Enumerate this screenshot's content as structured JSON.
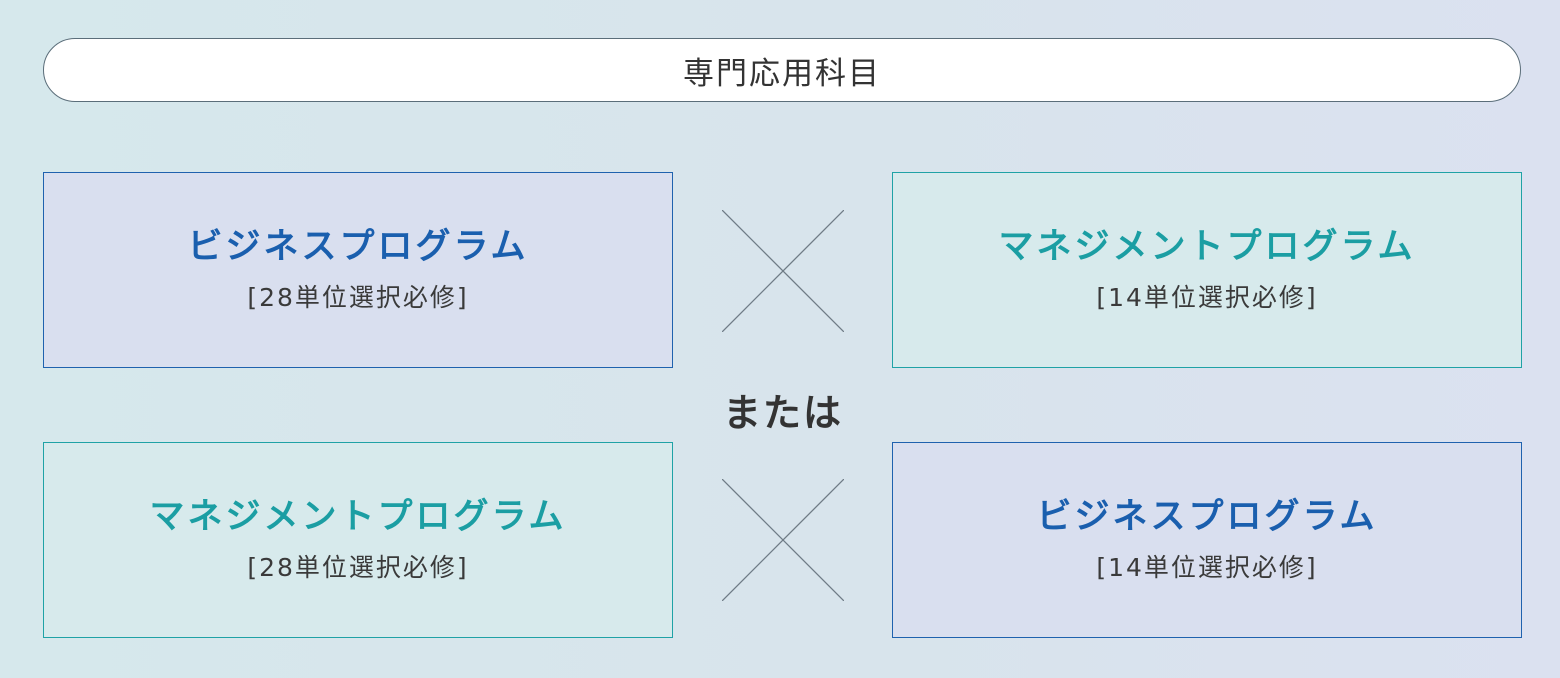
{
  "header": {
    "title": "専門応用科目"
  },
  "combinations": [
    {
      "left": {
        "program": "ビジネスプログラム",
        "credits": "[28単位選択必修]"
      },
      "right": {
        "program": "マネジメントプログラム",
        "credits": "[14単位選択必修]"
      }
    },
    {
      "left": {
        "program": "マネジメントプログラム",
        "credits": "[28単位選択必修]"
      },
      "right": {
        "program": "ビジネスプログラム",
        "credits": "[14単位選択必修]"
      }
    }
  ],
  "connector": "または",
  "colors": {
    "business": "#1a5fae",
    "management": "#1b9ea3",
    "cross_line": "#6f7b86"
  }
}
